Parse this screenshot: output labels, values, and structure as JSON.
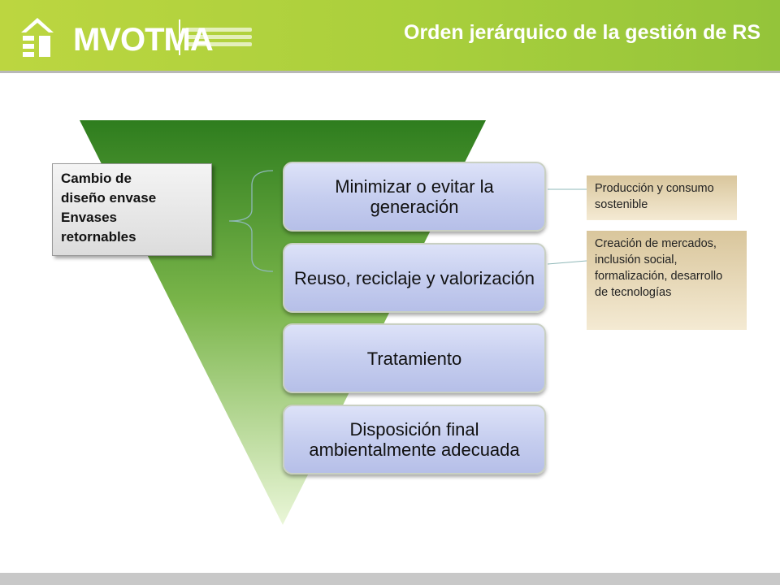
{
  "header": {
    "logo_text": "MVOTMA",
    "title": "Orden jerárquico de la gestión de RS"
  },
  "steps": [
    "Minimizar o evitar la generación",
    "Reuso, reciclaje y valorización",
    "Tratamiento",
    "Disposición final ambientalmente adecuada"
  ],
  "left_box": {
    "lines": [
      "Cambio de",
      "diseño envase",
      "Envases",
      "retornables"
    ]
  },
  "notes": [
    "Producción y consumo sostenible",
    "Creación de mercados, inclusión social, formalización, desarrollo de tecnologías"
  ],
  "colors": {
    "header_green": "#a9cf3c",
    "funnel_dark": "#2e7d1e",
    "funnel_light": "#eaf6d8",
    "step_fill": "#c6ceef",
    "note_fill": "#e8d9b8"
  }
}
